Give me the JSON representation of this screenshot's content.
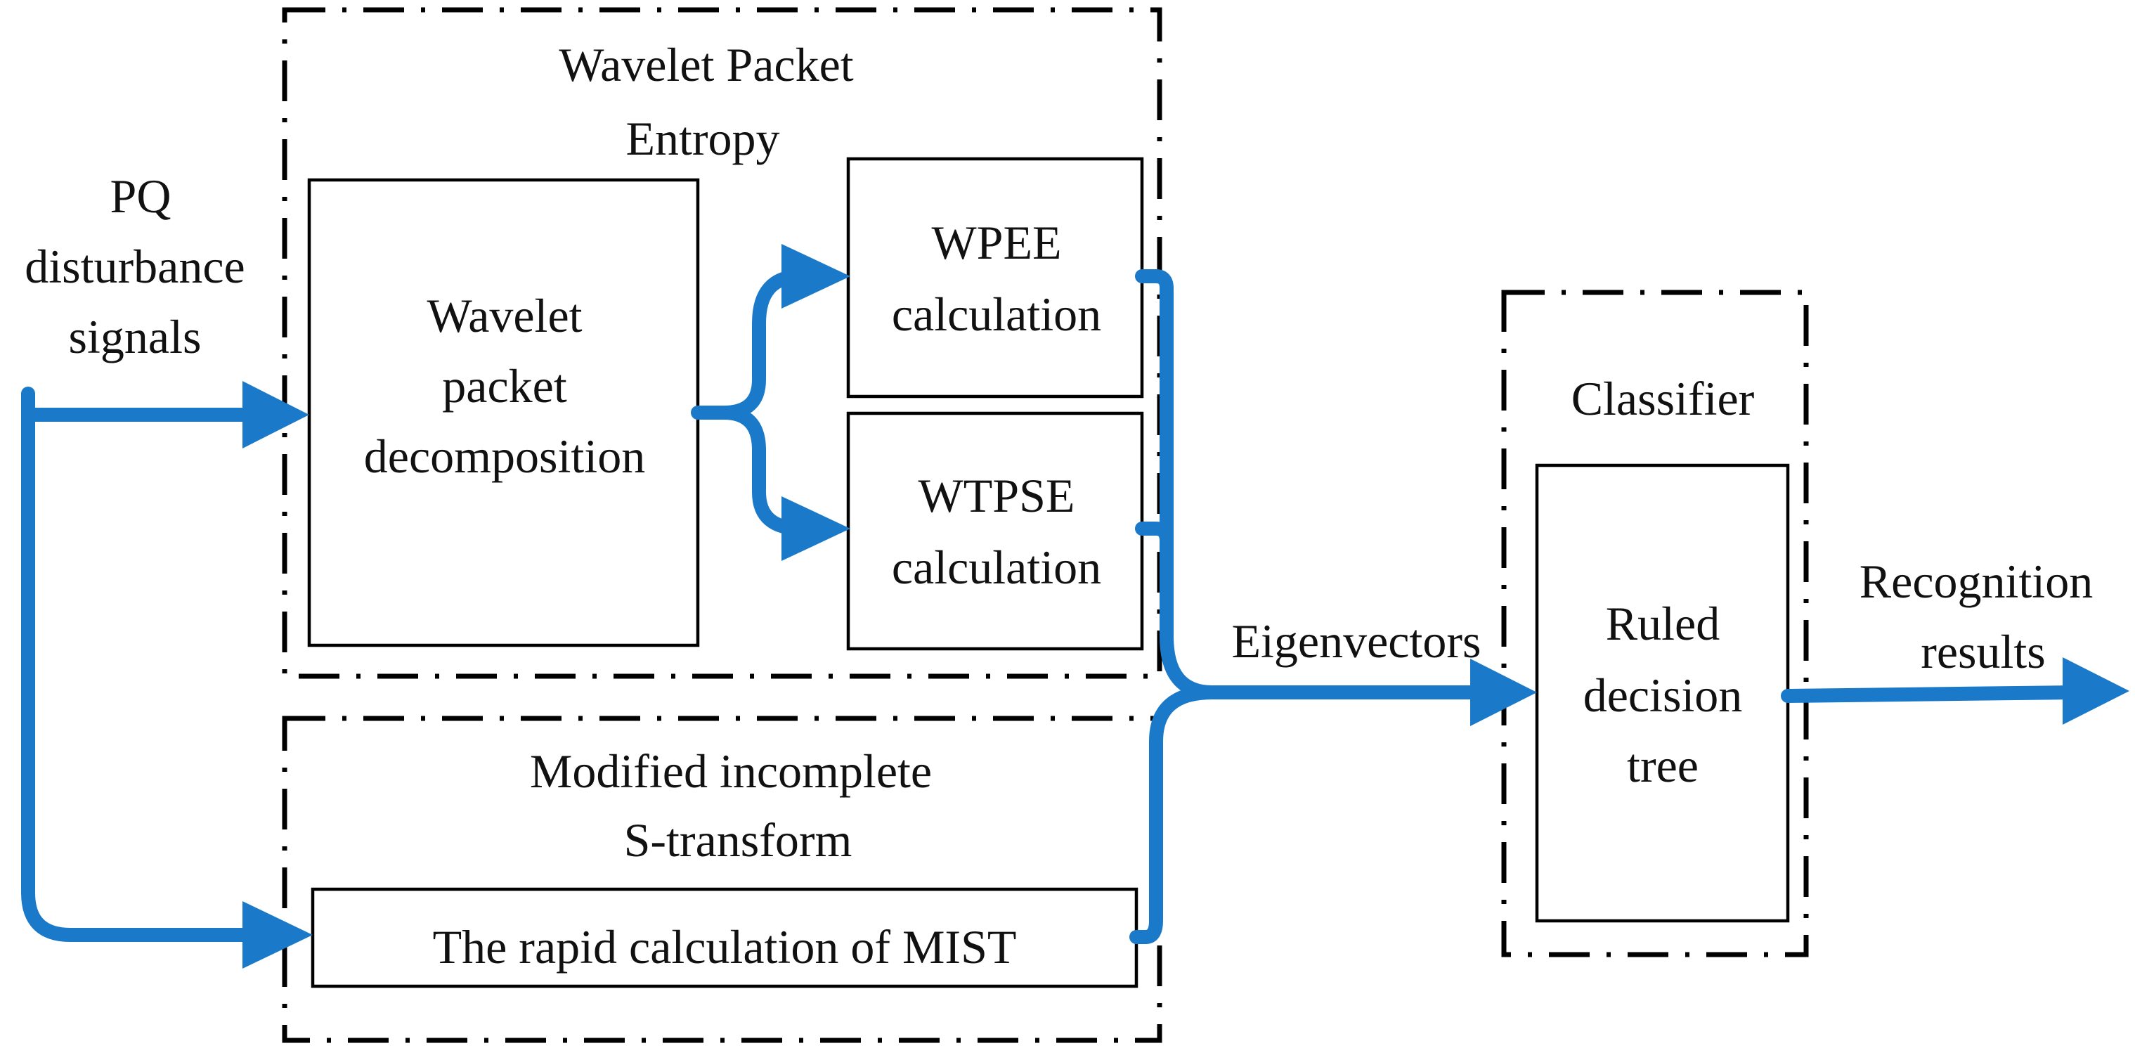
{
  "colors": {
    "arrow": "#1a7ac9",
    "frame": "#000000",
    "text": "#111111",
    "background": "#ffffff"
  },
  "input": {
    "line1": "PQ",
    "line2": "disturbance",
    "line3": "signals"
  },
  "wpe_group": {
    "title_line1": "Wavelet Packet",
    "title_line2": "Entropy"
  },
  "wpd_box": {
    "line1": "Wavelet",
    "line2": "packet",
    "line3": "decomposition"
  },
  "wpee_box": {
    "line1": "WPEE",
    "line2": "calculation"
  },
  "wtpse_box": {
    "line1": "WTPSE",
    "line2": "calculation"
  },
  "mist_group": {
    "title_line1": "Modified incomplete",
    "title_line2": "S-transform"
  },
  "mist_box": {
    "label": "The rapid calculation of MIST"
  },
  "eigenvectors_label": "Eigenvectors",
  "classifier_group": {
    "title": "Classifier"
  },
  "tree_box": {
    "line1": "Ruled",
    "line2": "decision",
    "line3": "tree"
  },
  "output": {
    "line1": "Recognition",
    "line2": "results"
  }
}
